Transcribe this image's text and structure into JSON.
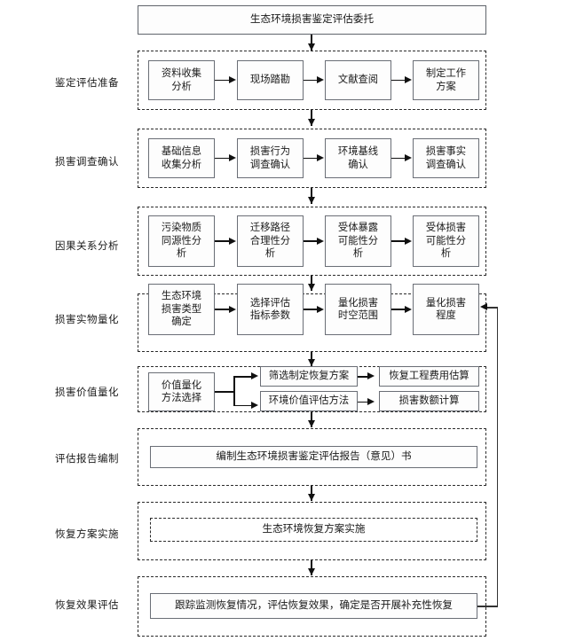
{
  "diagram": {
    "title_box": {
      "label": "生态环境损害鉴定评估委托"
    },
    "stages": [
      {
        "row_label": "鉴定评估准备",
        "nodes": [
          "资料收集\n分析",
          "现场踏勘",
          "文献查阅",
          "制定工作\n方案"
        ]
      },
      {
        "row_label": "损害调查确认",
        "nodes": [
          "基础信息\n收集分析",
          "损害行为\n调查确认",
          "环境基线\n确认",
          "损害事实\n调查确认"
        ]
      },
      {
        "row_label": "因果关系分析",
        "nodes": [
          "污染物质\n同源性分\n析",
          "迁移路径\n合理性分\n析",
          "受体暴露\n可能性分\n析",
          "受体损害\n可能性分\n析"
        ]
      },
      {
        "row_label": "损害实物量化",
        "nodes": [
          "生态环境\n损害类型\n确定",
          "选择评估\n指标参数",
          "量化损害\n时空范围",
          "量化损害\n程度"
        ]
      },
      {
        "row_label": "损害价值量化",
        "nodes": [
          "价值量化\n方法选择",
          "筛选制定恢复方案",
          "恢复工程费用估算",
          "环境价值评估方法",
          "损害数额计算"
        ]
      },
      {
        "row_label": "评估报告编制",
        "nodes": [
          "编制生态环境损害鉴定评估报告（意见）书"
        ]
      },
      {
        "row_label": "恢复方案实施",
        "nodes": [
          "生态环境恢复方案实施"
        ]
      },
      {
        "row_label": "恢复效果评估",
        "nodes": [
          "跟踪监测恢复情况，评估恢复效果，确定是否开展补充性恢复"
        ]
      }
    ],
    "colors": {
      "box_border": "#6a6e76",
      "dashed_border": "#2b2b2b",
      "connector": "#111111",
      "text": "#1a1a1a",
      "background": "#ffffff"
    }
  }
}
